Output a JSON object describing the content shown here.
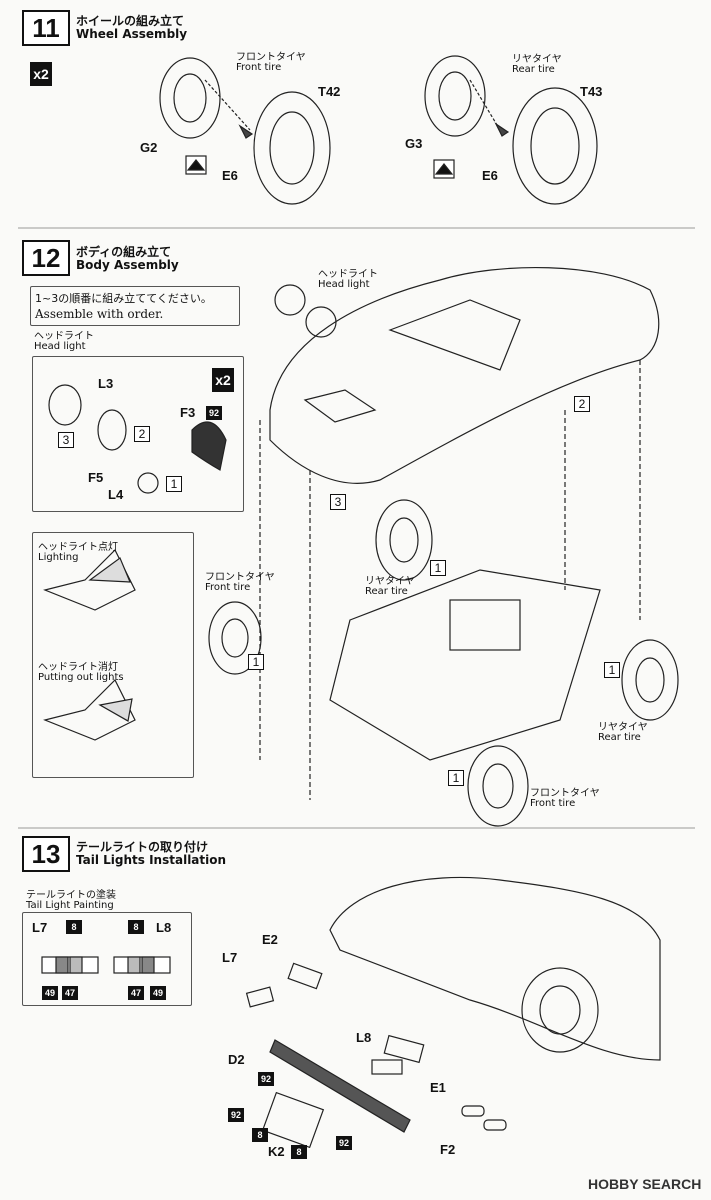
{
  "steps": [
    {
      "num": "11",
      "jp": "ホイールの組み立て",
      "en": "Wheel Assembly"
    },
    {
      "num": "12",
      "jp": "ボディの組み立て",
      "en": "Body Assembly"
    },
    {
      "num": "13",
      "jp": "テールライトの取り付け",
      "en": "Tail Lights Installation"
    }
  ],
  "step11": {
    "multiplier": "x2",
    "front_jp": "フロントタイヤ",
    "front_en": "Front tire",
    "rear_jp": "リヤタイヤ",
    "rear_en": "Rear tire",
    "parts": {
      "g2": "G2",
      "e6a": "E6",
      "t42": "T42",
      "g3": "G3",
      "e6b": "E6",
      "t43": "T43"
    }
  },
  "step12": {
    "note_jp": "1~3の順番に組み立ててください。",
    "note_en": "Assemble with order.",
    "headlight_jp": "ヘッドライト",
    "headlight_en": "Head light",
    "box_headlight_jp": "ヘッドライト",
    "box_headlight_en": "Head light",
    "multiplier": "x2",
    "parts": {
      "l3": "L3",
      "f3": "F3",
      "f5": "F5",
      "l4": "L4"
    },
    "color_92": "92",
    "seq": {
      "one": "1",
      "two": "2",
      "three": "3"
    },
    "lighting_jp": "ヘッドライト点灯",
    "lighting_en": "Lighting",
    "putout_jp": "ヘッドライト消灯",
    "putout_en": "Putting out lights",
    "front_tire_jp": "フロントタイヤ",
    "front_tire_en": "Front tire",
    "rear_tire_jp": "リヤタイヤ",
    "rear_tire_en": "Rear tire"
  },
  "step13": {
    "painting_jp": "テールライトの塗装",
    "painting_en": "Tail Light Painting",
    "parts": {
      "l7": "L7",
      "l8": "L8",
      "e2": "E2",
      "d2": "D2",
      "e1": "E1",
      "f2": "F2",
      "k2": "K2"
    },
    "colors": {
      "c8": "8",
      "c47": "47",
      "c49": "49",
      "c92": "92"
    }
  },
  "watermark": "HOBBY SEARCH"
}
